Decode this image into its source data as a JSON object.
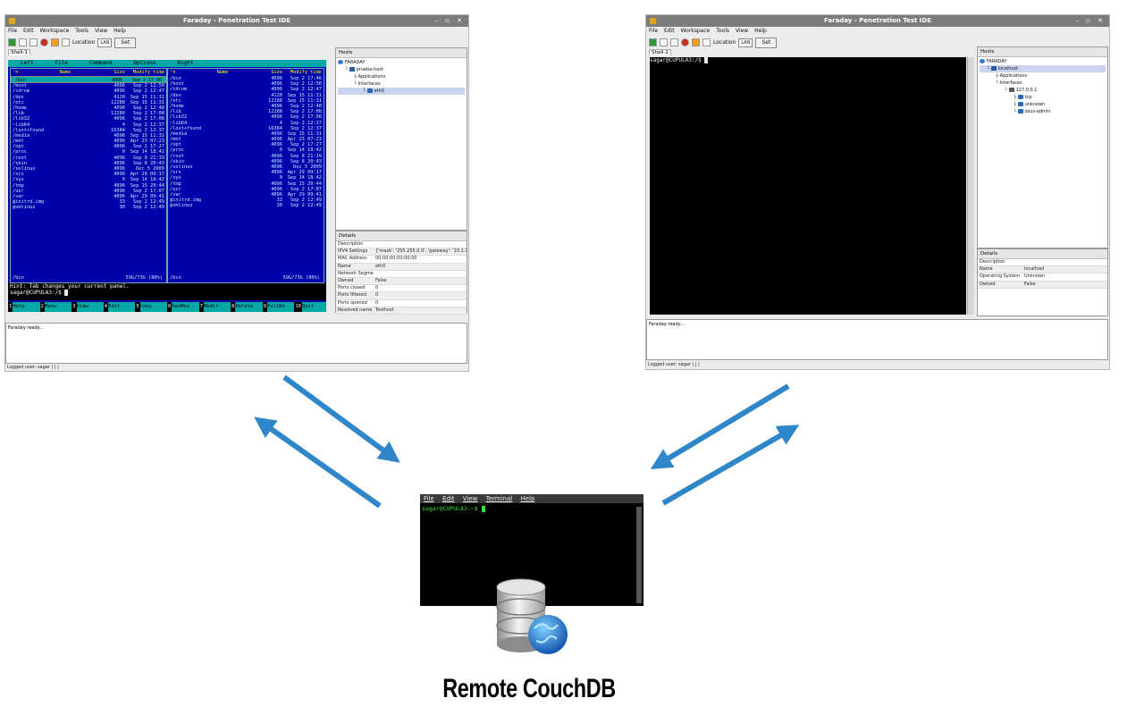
{
  "left_window": {
    "title": "Faraday - Penetration Test IDE",
    "menu": [
      "File",
      "Edit",
      "Workspace",
      "Tools",
      "View",
      "Help"
    ],
    "location_label": "Location",
    "location_value": "LAN",
    "set_label": "Set",
    "tab": "Shell-1",
    "mc_menu": [
      "Left",
      "File",
      "Command",
      "Options",
      "Right"
    ],
    "col_headers": {
      "name": "Name",
      "size": "Size",
      "mtime": "Modify time",
      "n": "'n"
    },
    "files": [
      [
        "/bin",
        "4096",
        "Sep  2 17:46"
      ],
      [
        "/boot",
        "4096",
        "Sep  2 12:50"
      ],
      [
        "/cdrom",
        "4096",
        "Sep  2 12:47"
      ],
      [
        "/dev",
        "4120",
        "Sep 15 11:31"
      ],
      [
        "/etc",
        "12288",
        "Sep 15 11:31"
      ],
      [
        "/home",
        "4096",
        "Sep  2 12:48"
      ],
      [
        "/lib",
        "12288",
        "Sep  2 17:08"
      ],
      [
        "/lib32",
        "4096",
        "Sep  2 17:08"
      ],
      [
        "~lib64",
        "4",
        "Sep  2 12:37"
      ],
      [
        "/lost+found",
        "16384",
        "Sep  2 12:37"
      ],
      [
        "/media",
        "4096",
        "Sep 15 11:31"
      ],
      [
        "/mnt",
        "4096",
        "Apr 23 07:23"
      ],
      [
        "/opt",
        "4096",
        "Sep  2 17:27"
      ],
      [
        "/proc",
        "0",
        "Sep 14 18:42"
      ],
      [
        "/root",
        "4096",
        "Sep  8 21:19"
      ],
      [
        "/sbin",
        "4096",
        "Sep  8 20:43"
      ],
      [
        "/selinux",
        "4096",
        "Dec  5  2009"
      ],
      [
        "/srv",
        "4096",
        "Apr 29 09:17"
      ],
      [
        "/sys",
        "0",
        "Sep 14 18:42"
      ],
      [
        "/tmp",
        "4096",
        "Sep 15 20:44"
      ],
      [
        "/usr",
        "4096",
        "Sep  2 17:07"
      ],
      [
        "/var",
        "4096",
        "Apr 29 09:41"
      ],
      [
        "@initrd.img",
        "33",
        "Sep  2 12:49"
      ],
      [
        "@vmlinuz",
        "30",
        "Sep  2 12:49"
      ]
    ],
    "panel_footer_left": "/bin",
    "panel_footer_right": "/bin",
    "free_space": "59G/73G (80%)",
    "hint": "Hint: Tab changes your current panel.",
    "prompt": "sagar@CUPULA3:/$",
    "fkeys": [
      [
        "1",
        "Help"
      ],
      [
        "2",
        "Menu"
      ],
      [
        "3",
        "View"
      ],
      [
        "4",
        "Edit"
      ],
      [
        "5",
        "Copy"
      ],
      [
        "6",
        "RenMov"
      ],
      [
        "7",
        "Mkdir"
      ],
      [
        "8",
        "Delete"
      ],
      [
        "9",
        "PullDn"
      ],
      [
        "10",
        "Quit"
      ]
    ],
    "hosts_title": "Hosts",
    "tree": [
      "FARADAY",
      "prueba-host",
      "Applications",
      "Interfaces",
      "eth0"
    ],
    "details_title": "Details",
    "details": [
      [
        "Description",
        ""
      ],
      [
        "IPV4 Settings",
        "{'mask': '255.255.0.0', 'gateway': '10.1.1"
      ],
      [
        "MAC Address",
        "00:00:00:00:00:00"
      ],
      [
        "Name",
        "eth0"
      ],
      [
        "Network Segme",
        ""
      ],
      [
        "Owned",
        "False"
      ],
      [
        "Ports closed",
        "0"
      ],
      [
        "Ports filtered",
        "0"
      ],
      [
        "Ports opened",
        "0"
      ],
      [
        "Resolved name",
        "Testhost"
      ]
    ],
    "log": "Faraday ready...",
    "status": "Logged user: sagar"
  },
  "right_window": {
    "title": "Faraday - Penetration Test IDE",
    "menu": [
      "File",
      "Edit",
      "Workspace",
      "Tools",
      "View",
      "Help"
    ],
    "location_label": "Location",
    "location_value": "LAN",
    "set_label": "Set",
    "tab": "Shell-1",
    "prompt": "sagar@CUPULA3:/$",
    "hosts_title": "Hosts",
    "tree": [
      "FARADAY",
      "localhost",
      "Applications",
      "Interfaces",
      "127.0.0.1",
      "tcp",
      "unknown",
      "zeus-admin"
    ],
    "details_title": "Details",
    "details": [
      [
        "Description",
        ""
      ],
      [
        "Name",
        "localhost"
      ],
      [
        "Operating System",
        "Unknown"
      ],
      [
        "Owned",
        "False"
      ]
    ],
    "log": "Faraday ready...",
    "status": "Logged user: sagar"
  },
  "bottom_terminal": {
    "menu": [
      "File",
      "Edit",
      "View",
      "Terminal",
      "Help"
    ],
    "prompt": "sagar@CUPULA3:~$"
  },
  "caption": "Remote CouchDB",
  "colors": {
    "arrow": "#2f86c8",
    "mc_blue": "#0000aa",
    "mc_cyan": "#00a8a8",
    "term_green": "#32e632"
  }
}
